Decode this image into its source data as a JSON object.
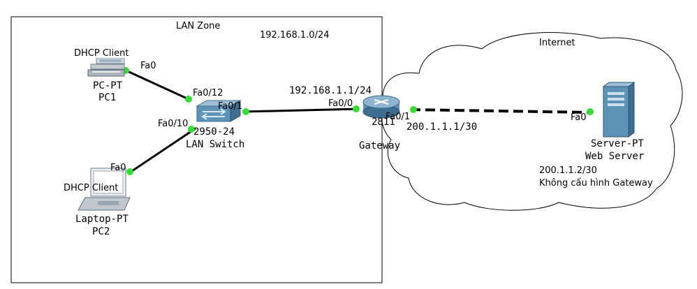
{
  "zones": {
    "lan": {
      "title": "LAN Zone",
      "subnet": "192.168.1.0/24"
    },
    "internet": {
      "title": "Internet"
    }
  },
  "devices": {
    "pc1": {
      "note": "DHCP Client",
      "model": "PC-PT",
      "name": "PC1",
      "port": "Fa0"
    },
    "pc2": {
      "note": "DHCP Client",
      "model": "Laptop-PT",
      "name": "PC2",
      "port": "Fa0"
    },
    "switch": {
      "model": "2950-24",
      "name": "LAN Switch",
      "port_to_pc1": "Fa0/12",
      "port_to_pc2": "Fa0/10",
      "port_to_router": "Fa0/1"
    },
    "router": {
      "model": "2811",
      "name": "Gateway",
      "port_lan": "Fa0/0",
      "port_wan": "Fa0/1",
      "lan_ip": "192.168.1.1/24",
      "wan_ip": "200.1.1.1/30"
    },
    "server": {
      "model": "Server-PT",
      "name": "Web Server",
      "port": "Fa0",
      "ip": "200.1.1.2/30",
      "note": "Không cấu hình Gateway"
    }
  },
  "colors": {
    "link": "#000000",
    "port_up": "#33dd33",
    "device_blue": "#5e93b8",
    "device_dark": "#3d6e8f"
  }
}
